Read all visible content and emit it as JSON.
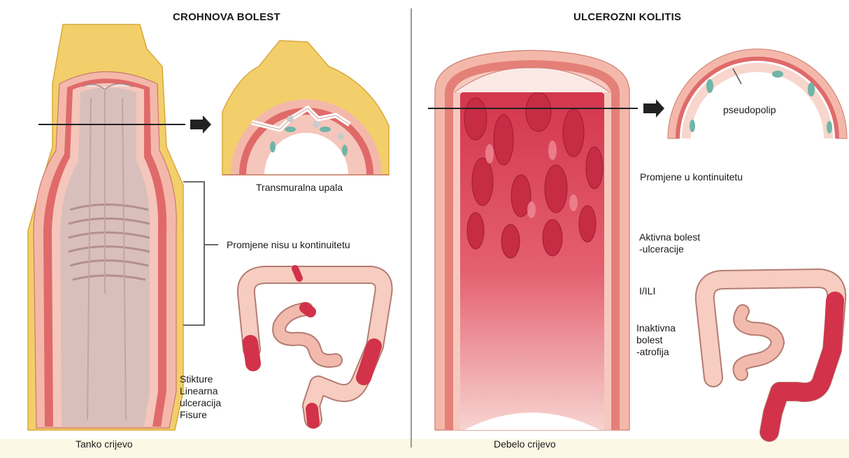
{
  "left": {
    "title": "CROHNOVA BOLEST",
    "caption_section": "Transmuralna upala",
    "caption_changes": "Promjene nisu u kontinuitetu",
    "features": [
      "Stikture",
      "Linearna",
      "ulceracija",
      "Fisure"
    ],
    "bottom_label": "Tanko crijevo"
  },
  "right": {
    "title": "ULCEROZNI KOLITIS",
    "pseudopolip_label": "pseudopolip",
    "caption_changes": "Promjene u kontinuitetu",
    "active": [
      "Aktivna bolest",
      "-ulceracije"
    ],
    "or_label": "I/ILI",
    "inactive": [
      "Inaktivna",
      "bolest",
      "-atrofija"
    ],
    "bottom_label": "Debelo crijevo"
  },
  "colors": {
    "fat": "#f2cf6a",
    "wall_outer": "#f2b3a5",
    "wall_muscle": "#e06a6a",
    "mucosa": "#d9c0bc",
    "inflamed": "#d2324a",
    "granuloma": "#6fb5a8",
    "footer_band": "#fdf8e6"
  }
}
